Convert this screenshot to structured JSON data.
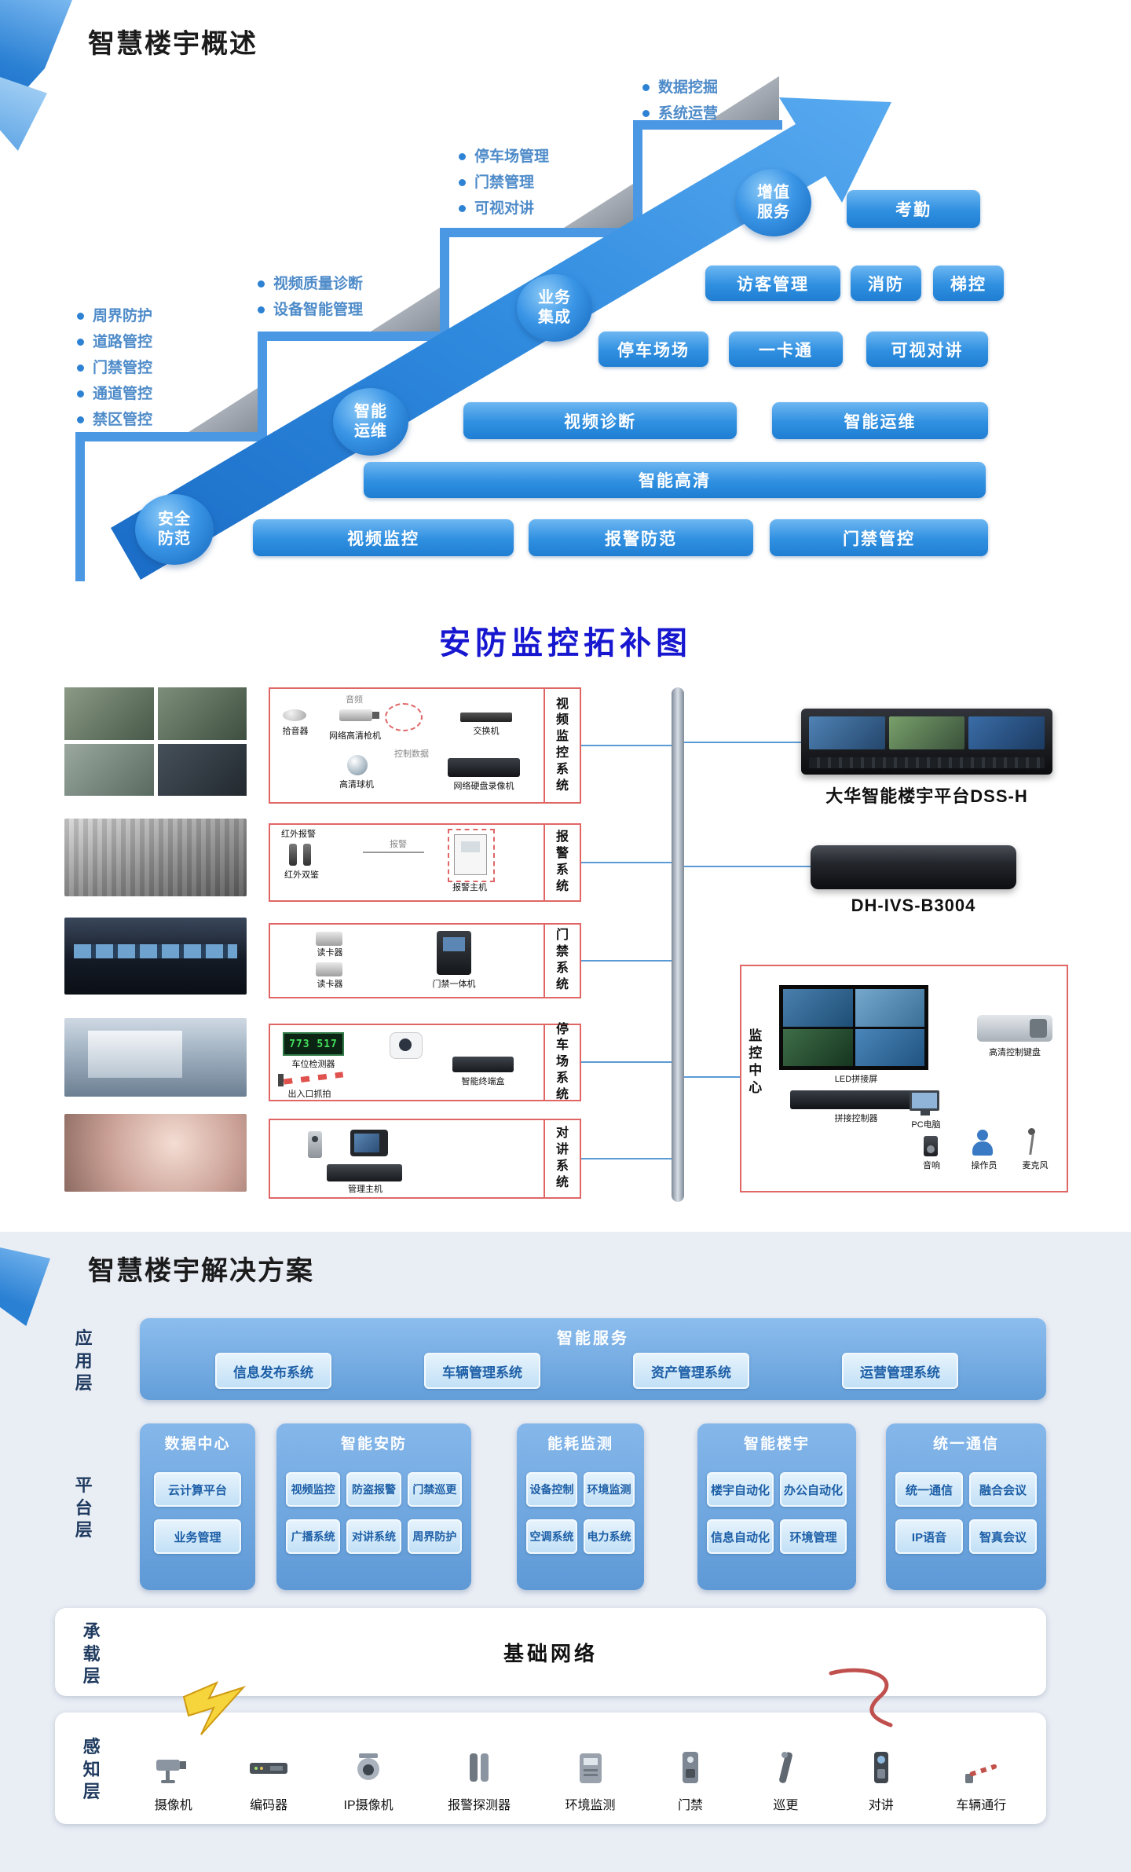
{
  "overview": {
    "title": "智慧楼宇概述",
    "badges": [
      {
        "line1": "安全",
        "line2": "防范"
      },
      {
        "line1": "智能",
        "line2": "运维"
      },
      {
        "line1": "业务",
        "line2": "集成"
      },
      {
        "line1": "增值",
        "line2": "服务"
      }
    ],
    "lists": [
      {
        "items": [
          "周界防护",
          "道路管控",
          "门禁管控",
          "通道管控",
          "禁区管控"
        ]
      },
      {
        "items": [
          "视频质量诊断",
          "设备智能管理"
        ]
      },
      {
        "items": [
          "停车场管理",
          "门禁管理",
          "可视对讲"
        ]
      },
      {
        "items": [
          "数据挖掘",
          "系统运营"
        ]
      }
    ],
    "buttons": {
      "kaoqin": "考勤",
      "fangke": "访客管理",
      "xiaofang": "消防",
      "tikong": "梯控",
      "tingche": "停车场场",
      "yikatong": "一卡通",
      "keshiduijiang": "可视对讲",
      "shipinzhenduan": "视频诊断",
      "zhinengyunwei": "智能运维",
      "zhinenggaoqing": "智能高清",
      "shipinjiankong": "视频监控",
      "baojingfangfan": "报警防范",
      "menjinguankong": "门禁管控"
    }
  },
  "topology": {
    "title": "安防监控拓补图",
    "systems": [
      {
        "label": "视频监控系统",
        "devices": [
          "拾音器",
          "网络高清枪机",
          "交换机",
          "高清球机",
          "网络硬盘录像机"
        ],
        "annotations": [
          "音频",
          "控制数据"
        ]
      },
      {
        "label": "报警系统",
        "devices": [
          "红外报警",
          "红外双鉴",
          "报警主机"
        ],
        "annotations": [
          "报警"
        ]
      },
      {
        "label": "门禁系统",
        "devices": [
          "读卡器",
          "读卡器",
          "门禁一体机"
        ]
      },
      {
        "label": "停车场系统",
        "devices": [
          "车位检测器",
          "出入口抓拍",
          "智能终端盒"
        ],
        "sign": "773 517"
      },
      {
        "label": "对讲系统",
        "devices": [
          "管理主机"
        ]
      }
    ],
    "platform_label": "大华智能楼宇平台DSS-H",
    "device_label": "DH-IVS-B3004",
    "monitor_center": {
      "label": "监控中心",
      "led": "LED拼接屏",
      "controller": "拼接控制器",
      "pc": "PC电脑",
      "keyboard": "高清控制键盘",
      "speaker": "音响",
      "operator": "操作员",
      "mic": "麦克风"
    }
  },
  "solution": {
    "title": "智慧楼宇解决方案",
    "app_layer": {
      "label": "应用层",
      "header": "智能服务",
      "buttons": [
        "信息发布系统",
        "车辆管理系统",
        "资产管理系统",
        "运营管理系统"
      ]
    },
    "platform_layer": {
      "label": "平台层",
      "groups": [
        {
          "header": "数据中心",
          "buttons": [
            "云计算平台",
            "业务管理"
          ]
        },
        {
          "header": "智能安防",
          "buttons": [
            "视频监控",
            "防盗报警",
            "门禁巡更",
            "广播系统",
            "对讲系统",
            "周界防护"
          ]
        },
        {
          "header": "能耗监测",
          "buttons": [
            "设备控制",
            "环境监测",
            "空调系统",
            "电力系统"
          ]
        },
        {
          "header": "智能楼宇",
          "buttons": [
            "楼宇自动化",
            "办公自动化",
            "信息自动化",
            "环境管理"
          ]
        },
        {
          "header": "统一通信",
          "buttons": [
            "统一通信",
            "融合会议",
            "IP语音",
            "智真会议"
          ]
        }
      ]
    },
    "bearer_layer": {
      "label": "承载层",
      "content": "基础网络"
    },
    "perception_layer": {
      "label": "感知层",
      "devices": [
        "摄像机",
        "编码器",
        "IP摄像机",
        "报警探测器",
        "环境监测",
        "门禁",
        "巡更",
        "对讲",
        "车辆通行"
      ]
    }
  }
}
